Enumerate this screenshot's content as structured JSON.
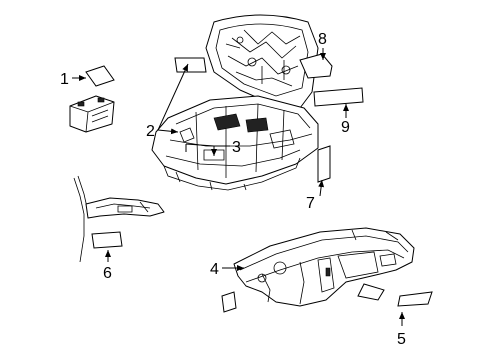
{
  "callouts": [
    {
      "id": 1,
      "text": "1"
    },
    {
      "id": 2,
      "text": "2"
    },
    {
      "id": 3,
      "text": "3"
    },
    {
      "id": 4,
      "text": "4"
    },
    {
      "id": 5,
      "text": "5"
    },
    {
      "id": 6,
      "text": "6"
    },
    {
      "id": 7,
      "text": "7"
    },
    {
      "id": 8,
      "text": "8"
    },
    {
      "id": 9,
      "text": "9"
    }
  ]
}
